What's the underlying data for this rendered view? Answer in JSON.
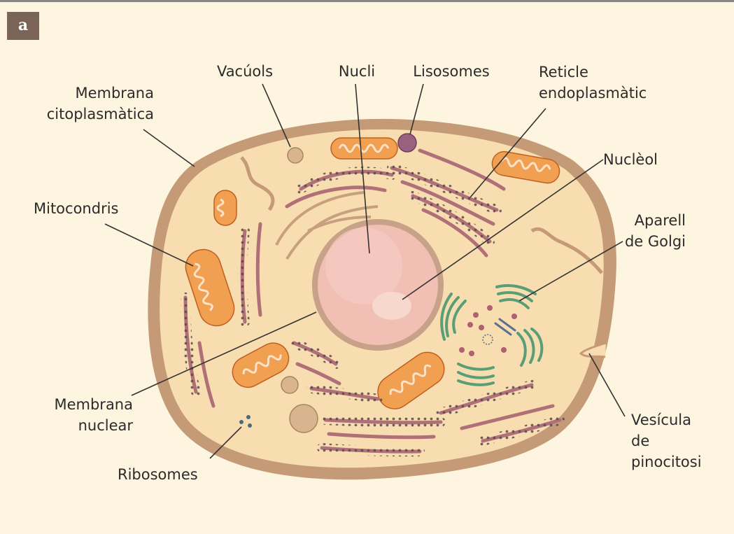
{
  "panel_label": "a",
  "labels": {
    "membrana_citoplasmatica": "Membrana\ncitoplasmàtica",
    "vacuols": "Vacúols",
    "nucli": "Nucli",
    "lisosomes": "Lisosomes",
    "reticle_endoplasmatic": "Reticle\nendoplasmàtic",
    "nucleol": "Nuclèol",
    "mitocondris": "Mitocondris",
    "aparell_golgi": "Aparell\nde Golgi",
    "membrana_nuclear": "Membrana\nnuclear",
    "vesicula_pinocitosi": "Vesícula\nde\npinocitosi",
    "ribosomes": "Ribosomes"
  },
  "colors": {
    "background": "#fdf5e0",
    "membrane": "#c49a77",
    "cytoplasm": "#f8ddb0",
    "nucleus": "#f0b8b0",
    "mitochondria": "#f0a050",
    "er": "#a86068",
    "golgi": "#5a9e78",
    "lysosome": "#9a6080"
  }
}
